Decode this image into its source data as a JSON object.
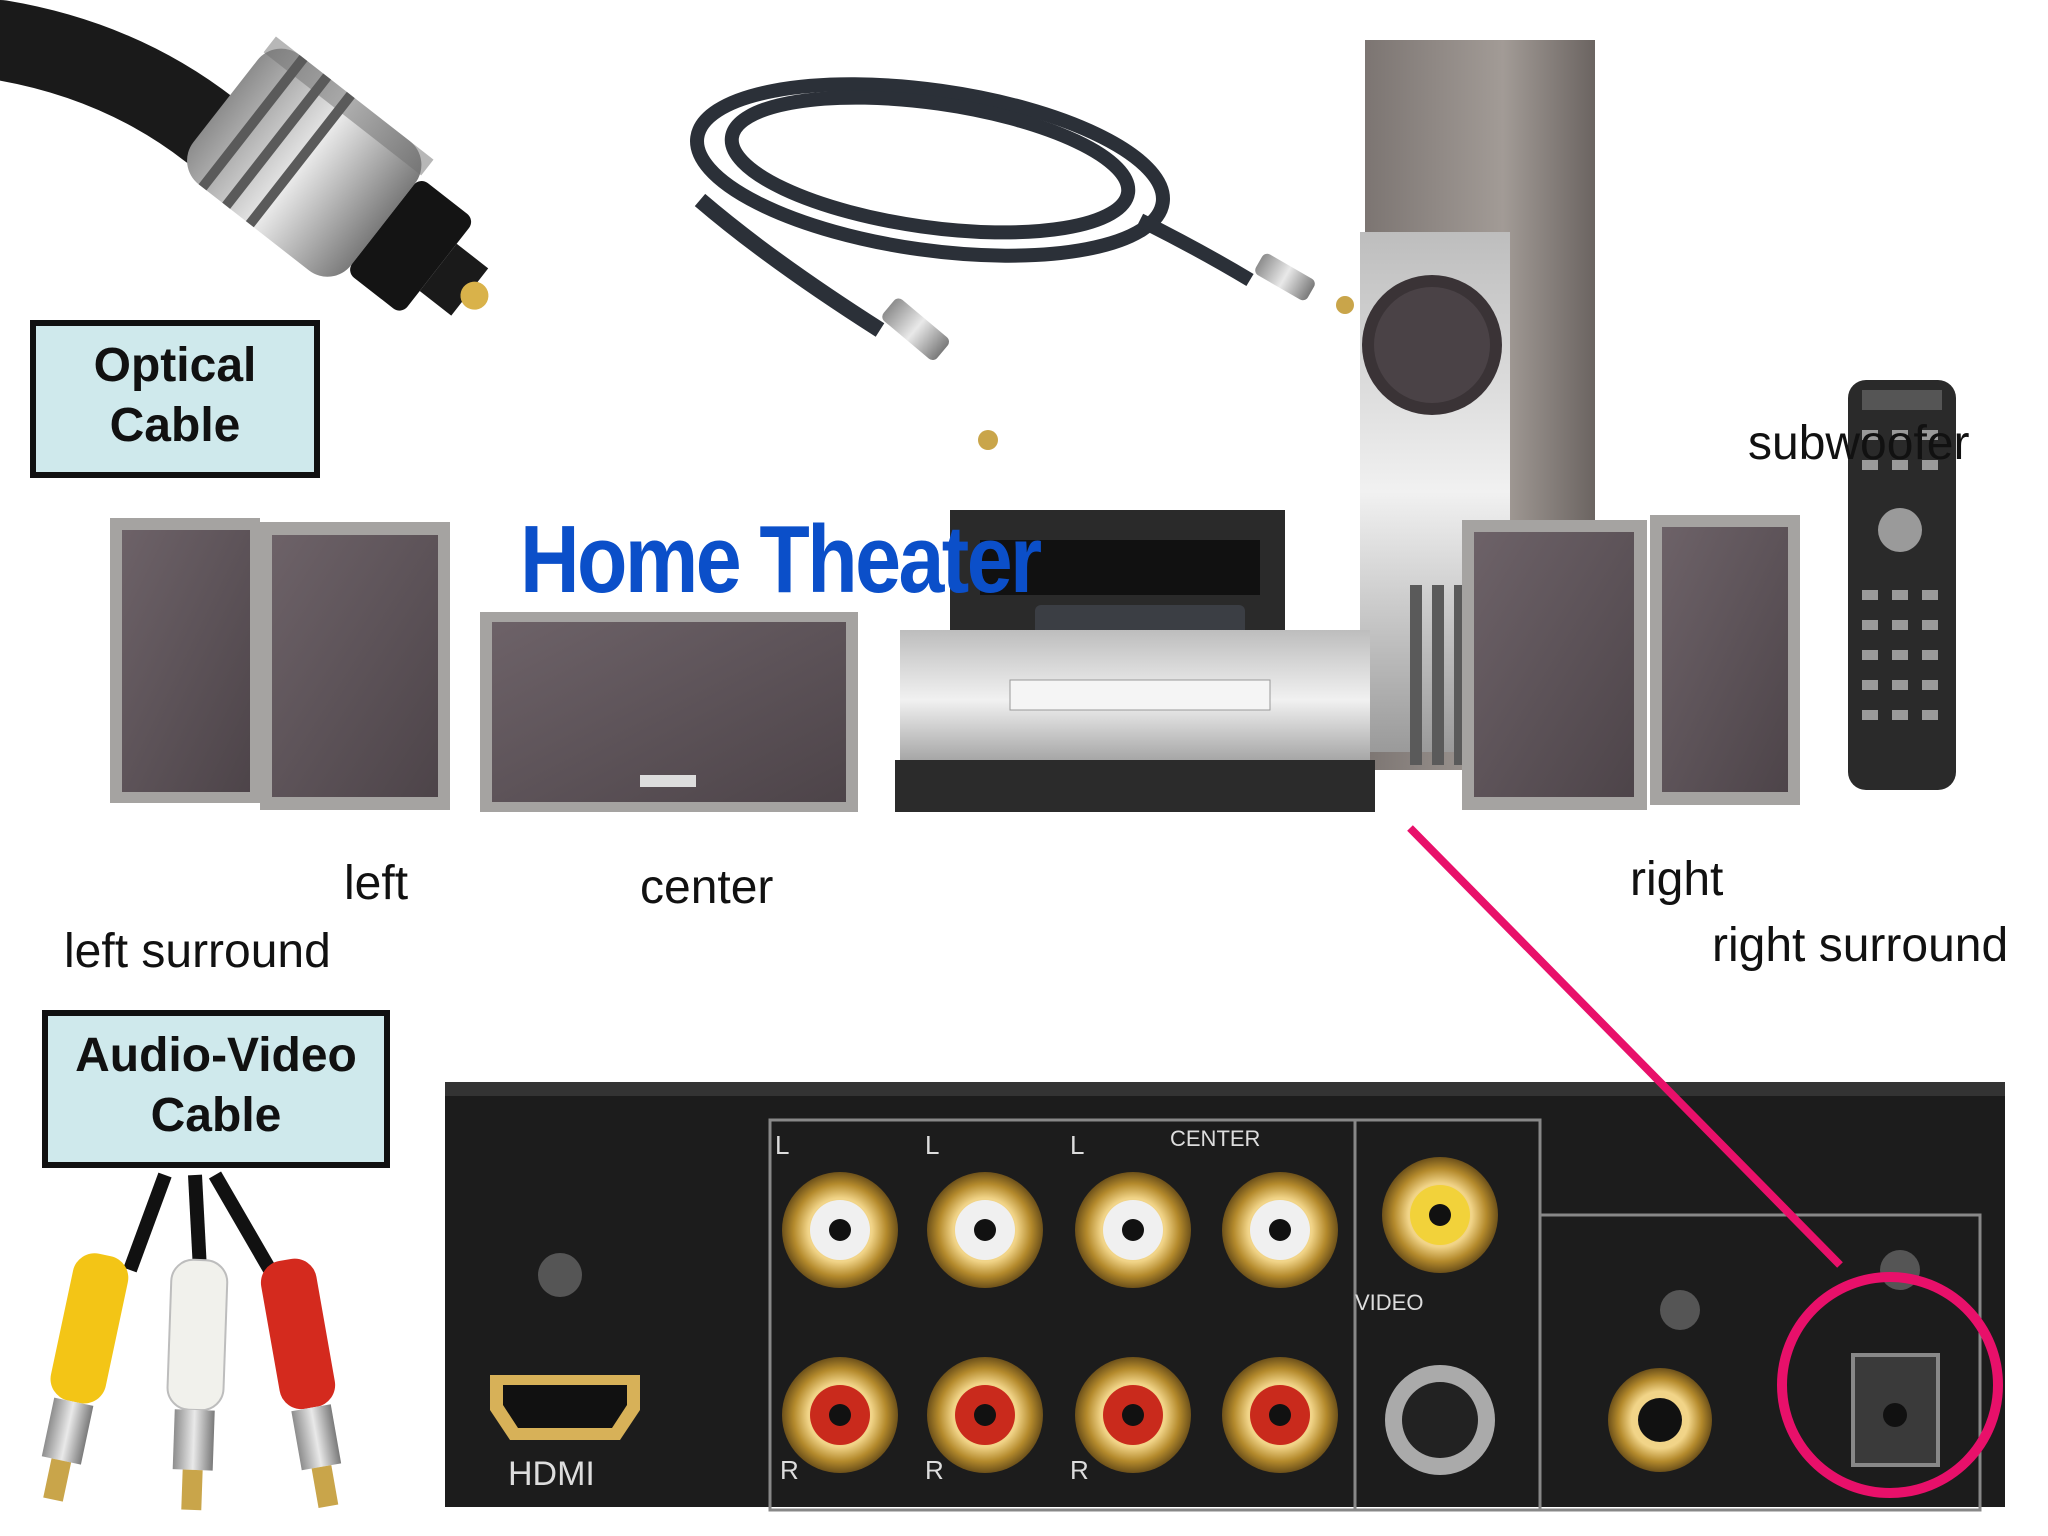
{
  "title": "Home Theater",
  "boxes": {
    "optical": [
      "Optical",
      "Cable"
    ],
    "av": [
      "Audio-Video",
      "Cable"
    ]
  },
  "speaker_labels": {
    "left": "left",
    "left_surround": "left surround",
    "center": "center",
    "right": "right",
    "right_surround": "right surround",
    "subwoofer": "subwoofer"
  },
  "panel_labels": {
    "hdmi": "HDMI",
    "center": "CENTER",
    "video": "VIDEO",
    "l": "L",
    "r": "R"
  },
  "colors": {
    "title_blue": "#0b4fc9",
    "box_fill": "#cfe9ec",
    "pointer": "#e8106a",
    "panel": "#1c1c1c",
    "gold": "#c9a54a"
  },
  "icons": [
    "optical-cable-icon",
    "audio-video-cable-icon",
    "speaker-icon",
    "receiver-icon",
    "remote-icon",
    "rear-panel-icon"
  ]
}
